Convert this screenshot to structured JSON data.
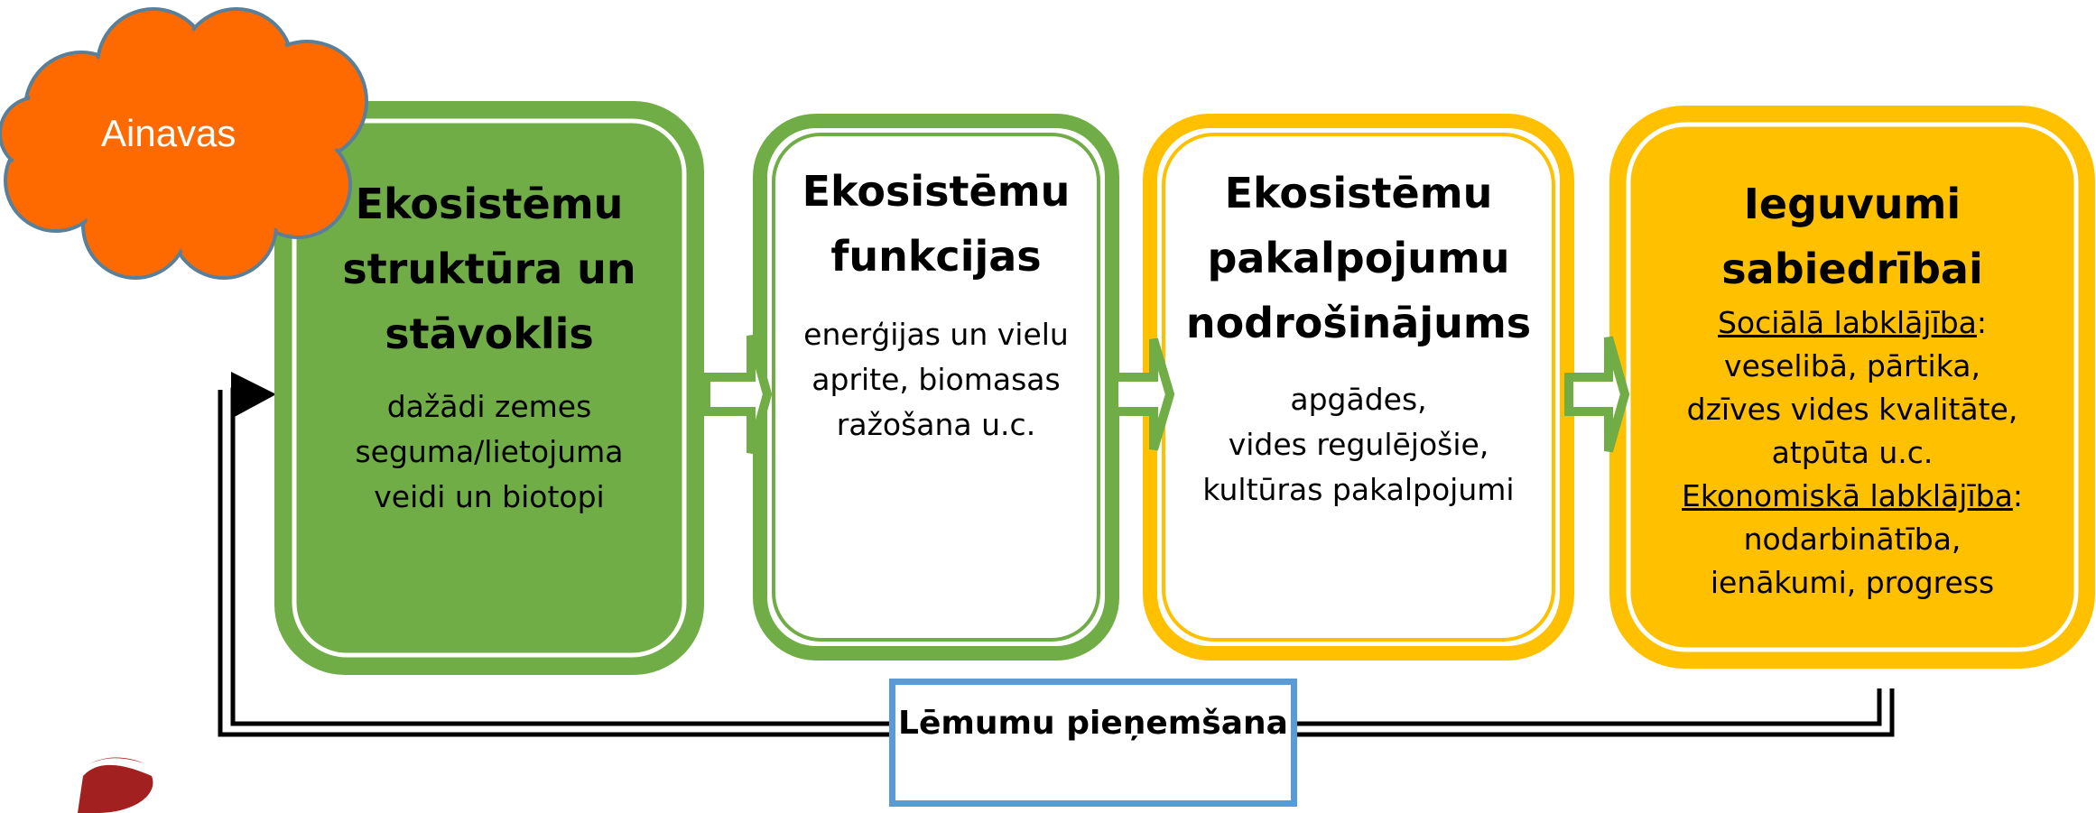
{
  "diagram": {
    "cloud": {
      "label": "Ainavas",
      "color": "#FF6A00"
    },
    "boxes": [
      {
        "title_lines": [
          "Ekosistēmu",
          "struktūra un",
          "stāvoklis"
        ],
        "desc_lines": [
          "dažādi zemes",
          "seguma/lietojuma",
          "veidi un biotopi"
        ],
        "fill": "#70AD47",
        "border": "#70AD47"
      },
      {
        "title_lines": [
          "Ekosistēmu",
          "funkcijas"
        ],
        "desc_lines": [
          "enerģijas un vielu",
          "aprite, biomasas",
          "ražošana u.c."
        ],
        "fill": "#ffffff",
        "border": "#70AD47"
      },
      {
        "title_lines": [
          "Ekosistēmu",
          "pakalpojumu",
          "nodrošinājums"
        ],
        "desc_lines": [
          "apgādes,",
          "vides regulējošie,",
          "kultūras pakalpojumi"
        ],
        "fill": "#ffffff",
        "border": "#FFC000"
      },
      {
        "title_lines": [
          "Ieguvumi",
          "sabiedrībai"
        ],
        "social_label": "Sociālā labklājība",
        "social_lines": [
          "veselibā, pārtika,",
          "dzīves vides kvalitāte,",
          "atpūta u.c."
        ],
        "economic_label": "Ekonomiskā labklājība",
        "economic_lines": [
          "nodarbinātība,",
          "ienākumi, progress"
        ],
        "colon": ":",
        "fill": "#FFC000",
        "border": "#FFC000"
      }
    ],
    "feedback": {
      "label": "Lēmumu pieņemšana",
      "border": "#5B9BD5"
    },
    "arrow_color": "#70AD47"
  }
}
